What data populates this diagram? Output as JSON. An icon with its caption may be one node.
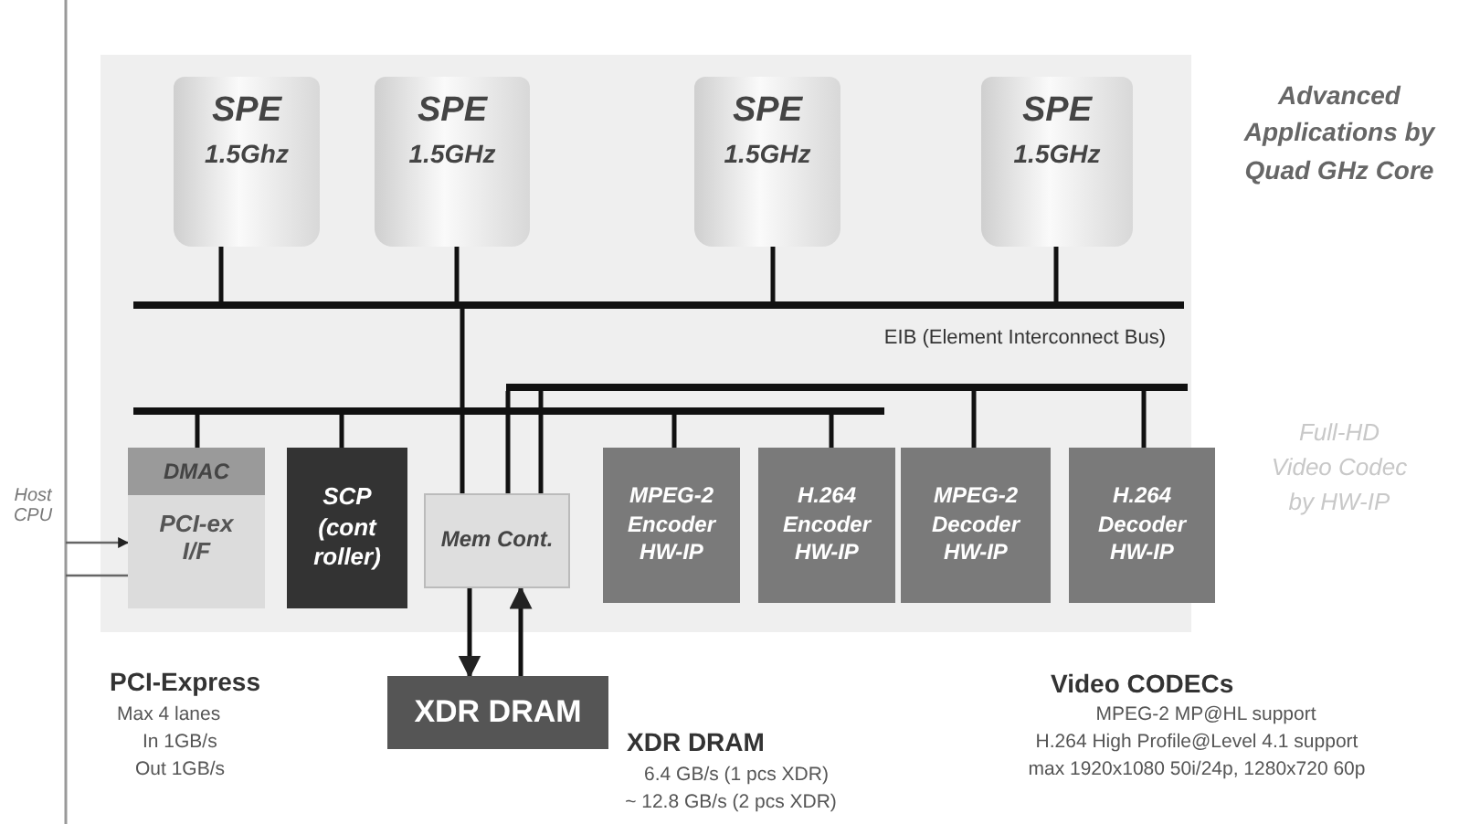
{
  "diagram": {
    "nodes": [
      {
        "text": [
          "SPE",
          "1.5Ghz"
        ]
      },
      {
        "text": [
          "SPE",
          "1.5GHz"
        ]
      },
      {
        "text": [
          "SPE",
          "1.5GHz"
        ]
      },
      {
        "text": [
          "SPE",
          "1.5GHz"
        ]
      },
      {
        "text": [
          "EIB (Element Interconnect Bus)"
        ]
      },
      {
        "text": [],
        "shape": "bar"
      },
      {
        "text": [],
        "shape": "bar"
      },
      {
        "text": [
          "DMAC",
          "PCI-ex I/F"
        ]
      },
      {
        "text": [
          "SCP (cont roller)"
        ]
      },
      {
        "text": [
          "Mem Cont."
        ]
      },
      {
        "text": [
          "MPEG-2 Encoder HW-IP"
        ]
      },
      {
        "text": [
          "H.264 Encoder HW-IP"
        ]
      },
      {
        "text": [
          "MPEG-2 Decoder HW-IP"
        ]
      },
      {
        "text": [
          "H.264 Decoder HW-IP"
        ]
      },
      {
        "text": [
          "XDR DRAM"
        ]
      },
      {
        "text": [
          "Host CPU"
        ]
      }
    ],
    "edges": [
      {
        "from": 0,
        "to": 4,
        "arrow": "none"
      },
      {
        "from": 1,
        "to": 4,
        "arrow": "none"
      },
      {
        "from": 2,
        "to": 4,
        "arrow": "none"
      },
      {
        "from": 3,
        "to": 4,
        "arrow": "none"
      },
      {
        "from": 4,
        "to": 9,
        "arrow": "none"
      },
      {
        "from": 6,
        "to": 7,
        "arrow": "none"
      },
      {
        "from": 6,
        "to": 8,
        "arrow": "none"
      },
      {
        "from": 6,
        "to": 10,
        "arrow": "none"
      },
      {
        "from": 6,
        "to": 11,
        "arrow": "none"
      },
      {
        "from": 5,
        "to": 9,
        "arrow": "none"
      },
      {
        "from": 5,
        "to": 9,
        "arrow": "none"
      },
      {
        "from": 5,
        "to": 12,
        "arrow": "none"
      },
      {
        "from": 5,
        "to": 13,
        "arrow": "none"
      },
      {
        "from": 9,
        "to": 14,
        "arrow": "to"
      },
      {
        "from": 14,
        "to": 9,
        "arrow": "to"
      },
      {
        "from": 15,
        "to": 7,
        "arrow": "to"
      },
      {
        "from": 7,
        "to": 15,
        "arrow": "none"
      }
    ],
    "labels": [
      "Advanced Applications by Quad GHz Core",
      "Full-HD Video Codec by HW-IP",
      "PCI-Express",
      "Max 4 lanes",
      "In 1GB/s",
      "Out 1GB/s",
      "XDR DRAM",
      "6.4 GB/s (1 pcs XDR)",
      "~ 12.8 GB/s (2 pcs XDR)",
      "Video CODECs",
      "MPEG-2 MP@HL support",
      "H.264 High Profile@Level 4.1 support",
      "max 1920x1080 50i/24p, 1280x720 60p"
    ]
  }
}
